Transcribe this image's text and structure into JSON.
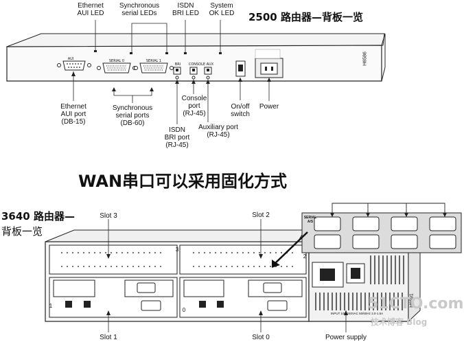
{
  "router2500": {
    "heading": "2500 路由器—背板一览",
    "top_labels": {
      "ethernet_aui_led": "Ethernet\nAUI LED",
      "sync_serial_leds": "Synchronous\nserial LEDs",
      "isdn_bri_led": "ISDN\nBRI LED",
      "system_ok_led": "System\nOK LED"
    },
    "bottom_labels": {
      "ethernet_aui_port": "Ethernet\nAUI port\n(DB-15)",
      "sync_serial_ports": "Synchronous\nserial ports\n(DB-60)",
      "isdn_bri_port": "ISDN\nBRI port\n(RJ-45)",
      "console_port": "Console\nport\n(RJ-45)",
      "auxiliary_port": "Auxiliary port\n(RJ-45)",
      "on_off_switch": "On/off\nswitch",
      "power": "Power"
    },
    "panel_labels": {
      "aui": "AUI",
      "serial0": "SERIAL 0",
      "serial1": "SERIAL 1",
      "bri": "BRI",
      "console_aux": "CONSOLE AUX",
      "figure_id": "H6586"
    }
  },
  "wan_note": "WAN串口可以采用固化方式",
  "router3640": {
    "heading_line1": "3640 路由器—",
    "heading_line2": "背板一览",
    "slot_labels": {
      "slot3": "Slot 3",
      "slot2": "Slot 2",
      "slot1": "Slot 1",
      "slot0": "Slot 0",
      "power_supply": "Power supply"
    },
    "panel_labels": {
      "serial": "SERIAL\nA/S",
      "slot_num_3": "3",
      "slot_num_2": "2",
      "slot_num_1": "1",
      "slot_num_0": "0",
      "figure_id": "H6591",
      "power_rating": "INPUT 100-240VAC 50/60Hz 3.0-1.5A"
    }
  },
  "watermark": {
    "site": "51CTO.com",
    "sub": "技术博客 Blog"
  }
}
